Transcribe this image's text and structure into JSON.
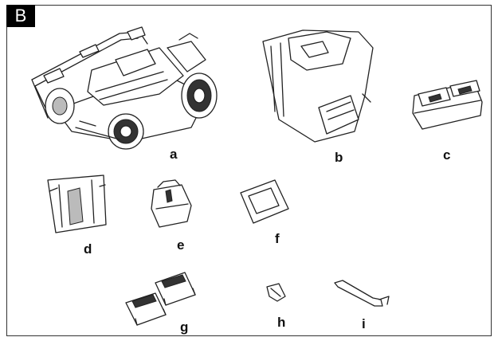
{
  "figure": {
    "badge": "B",
    "parts": [
      {
        "key": "lawn_mower",
        "label": "a"
      },
      {
        "key": "grass_bag",
        "label": "b"
      },
      {
        "key": "charger",
        "label": "c"
      },
      {
        "key": "bag_frame",
        "label": "d"
      },
      {
        "key": "mulching_plug",
        "label": "e"
      },
      {
        "key": "manual",
        "label": "f"
      },
      {
        "key": "batteries",
        "label": "g"
      },
      {
        "key": "clip",
        "label": "h"
      },
      {
        "key": "strap",
        "label": "i"
      }
    ]
  }
}
